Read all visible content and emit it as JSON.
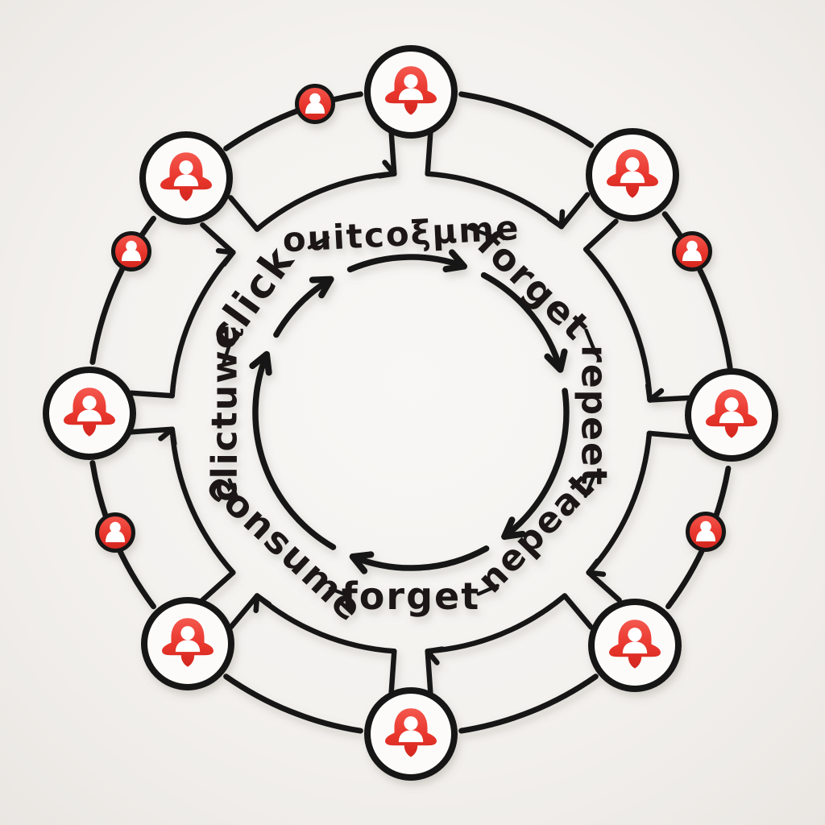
{
  "diagram": {
    "kind": "doom-scroll-cycle-diagram",
    "cycle_words": [
      {
        "label": "click",
        "position": "upper-left"
      },
      {
        "label": "ouitcoξμme",
        "position": "top"
      },
      {
        "label": "forget",
        "position": "upper-right"
      },
      {
        "label": "repeet",
        "position": "right"
      },
      {
        "label": "nepeat",
        "position": "lower-right"
      },
      {
        "label": "forget",
        "position": "bottom"
      },
      {
        "label": "consume",
        "position": "lower-left"
      },
      {
        "label": "clictuwę",
        "position": "left"
      }
    ],
    "outer_nodes": [
      {
        "position": "top",
        "icon": "notification-bell-person-icon"
      },
      {
        "position": "top-right",
        "icon": "notification-bell-person-icon"
      },
      {
        "position": "right",
        "icon": "notification-bell-person-icon"
      },
      {
        "position": "bottom-right",
        "icon": "notification-bell-person-icon"
      },
      {
        "position": "bottom",
        "icon": "notification-bell-person-icon"
      },
      {
        "position": "bottom-left",
        "icon": "notification-bell-person-icon"
      },
      {
        "position": "left",
        "icon": "notification-bell-person-icon"
      },
      {
        "position": "top-left",
        "icon": "notification-bell-person-icon"
      }
    ],
    "beads": [
      {
        "position": "upper-left-outer",
        "icon": "person-icon"
      },
      {
        "position": "top-left-outer",
        "icon": "person-icon"
      },
      {
        "position": "top-right-outer",
        "icon": "person-icon"
      },
      {
        "position": "right-lower-outer",
        "icon": "person-icon"
      },
      {
        "position": "left-lower-outer",
        "icon": "person-icon"
      }
    ],
    "separator_dash_count": 8,
    "inner_cycle_arrow_count": 6,
    "flow_direction": "clockwise",
    "colors": {
      "accent_red": "#e8352c",
      "accent_red_light": "#f2554b",
      "accent_red_dark": "#d2261e",
      "line": "#171513",
      "node_fill": "#fcfbfa",
      "background_center": "#f8f7f5",
      "background_edge": "#eae7e3",
      "person_glyph": "#ffffff"
    }
  }
}
